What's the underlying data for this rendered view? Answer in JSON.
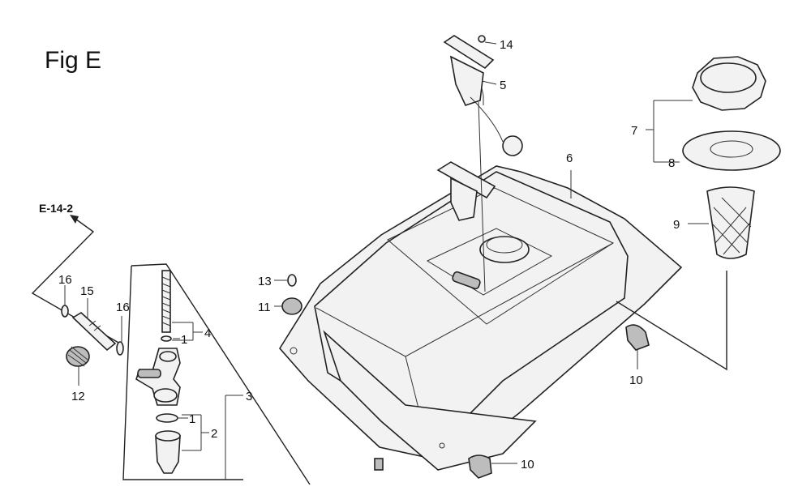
{
  "figure_title": "Fig E",
  "reference": "E-14-2",
  "callouts": {
    "c1a": "1",
    "c1b": "1",
    "c2": "2",
    "c3": "3",
    "c4": "4",
    "c5": "5",
    "c6": "6",
    "c7": "7",
    "c8": "8",
    "c9": "9",
    "c10a": "10",
    "c10b": "10",
    "c11": "11",
    "c12": "12",
    "c13": "13",
    "c14": "14",
    "c15": "15",
    "c16a": "16",
    "c16b": "16"
  }
}
